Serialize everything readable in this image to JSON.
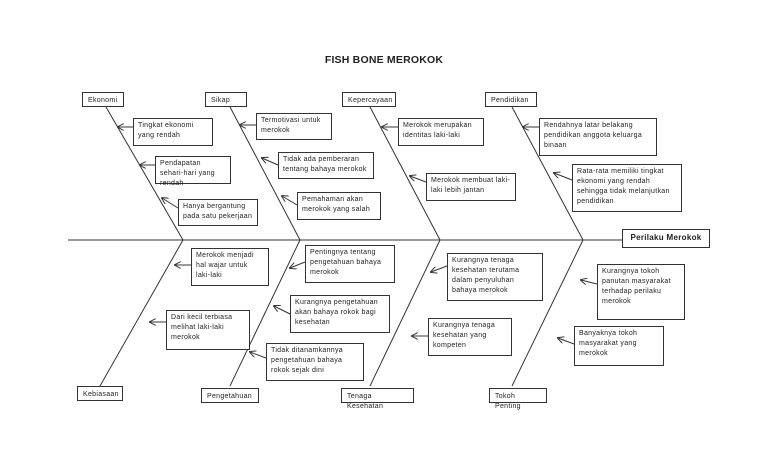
{
  "title": "FISH BONE MEROKOK",
  "effect": "Perilaku Merokok",
  "categories": {
    "ekonomi": "Ekonomi",
    "sikap": "Sikap",
    "kepercayaan": "Kepercayaan",
    "pendidikan": "Pendidikan",
    "kebiasaan": "Kebiasaan",
    "pengetahuan": "Pengetahuan",
    "tenaga_kesehatan": "Tenaga Kesehatan",
    "tokoh_penting": "Tokoh Penting"
  },
  "causes": {
    "ekonomi": [
      "Tingkat ekonomi yang rendah",
      "Pendapatan sehari-hari yang rendah",
      "Hanya bergantung pada satu pekerjaan"
    ],
    "sikap": [
      "Termotivasi untuk merokok",
      "Tidak ada pemberaran tentang bahaya merokok",
      "Pemahaman akan merokok yang salah"
    ],
    "kepercayaan": [
      "Merokok merupakan identitas laki-laki",
      "Merokok membuat laki-laki lebih jantan"
    ],
    "pendidikan": [
      "Rendahnya latar belakang pendidikan anggota keluarga binaan",
      "Rata-rata memiliki tingkat ekonomi yang rendah sehingga tidak melanjutkan pendidikan"
    ],
    "kebiasaan": [
      "Merokok menjadi hal wajar untuk laki-laki",
      "Dari kecil terbiasa melihat laki-laki merokok"
    ],
    "pengetahuan": [
      "Pentingnya tentang pengetahuan bahaya merokok",
      "Kurangnya pengetahuan akan bahaya rokok bagi kesehatan",
      "Tidak ditanamkannya pengetahuan bahaya rokok sejak dini"
    ],
    "tenaga_kesehatan": [
      "Kurangnya tenaga kesehatan terutama dalam penyuluhan bahaya merokok",
      "Kurangnya tenaga kesehatan yang kompeten"
    ],
    "tokoh_penting": [
      "Kurangnya tokoh panutan masyarakat terhadap perilaku merokok",
      "Banyaknya tokoh masyarakat yang merokok"
    ]
  }
}
